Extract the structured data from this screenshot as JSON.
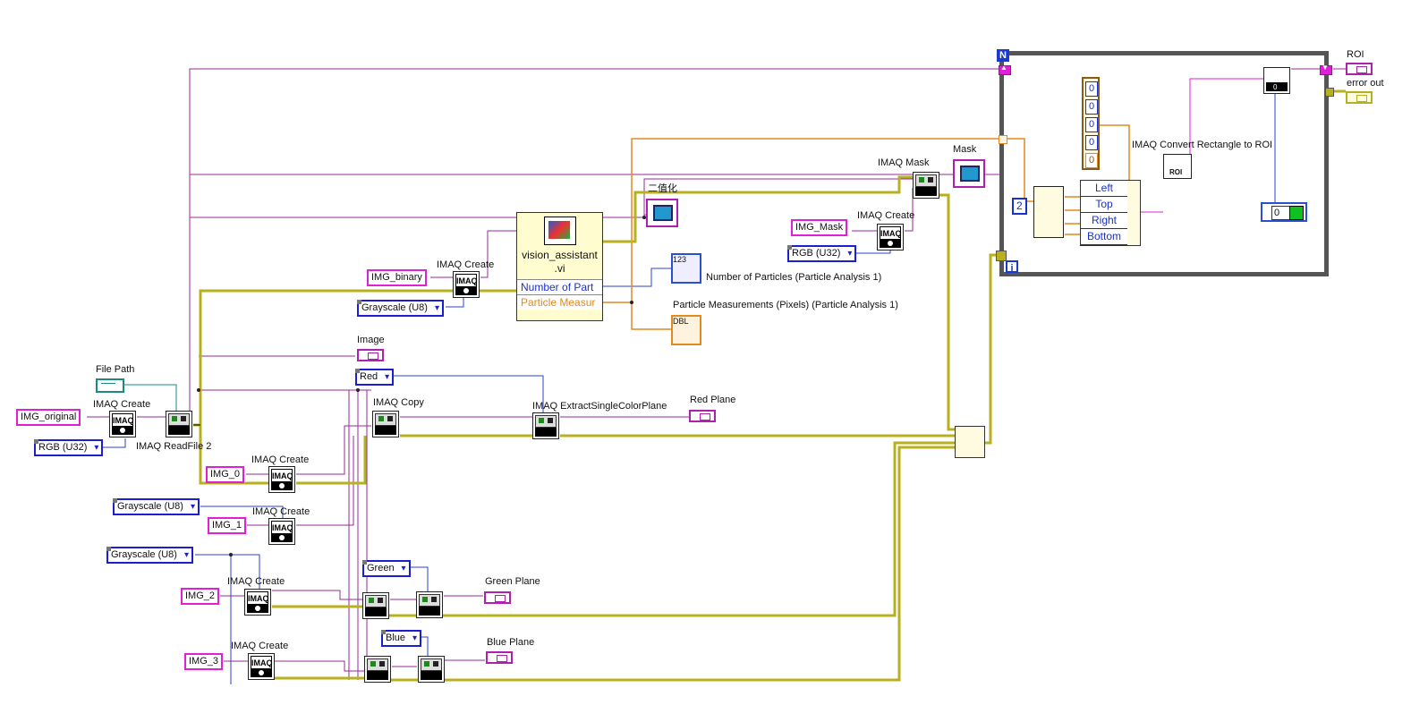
{
  "labels": {
    "file_path": "File Path",
    "imaq_create": "IMAQ Create",
    "imaq_readfile": "IMAQ ReadFile 2",
    "imaq_copy": "IMAQ Copy",
    "imaq_extract": "IMAQ ExtractSingleColorPlane",
    "imaq_mask": "IMAQ Mask",
    "imaq_convert": "IMAQ Convert Rectangle to ROI",
    "image": "Image",
    "red_plane": "Red Plane",
    "green_plane": "Green Plane",
    "blue_plane": "Blue Plane",
    "mask": "Mask",
    "binarize": "二值化",
    "num_particles": "Number of Particles (Particle Analysis 1)",
    "particle_meas": "Particle Measurements (Pixels) (Particle Analysis 1)",
    "roi": "ROI",
    "error_out": "error out"
  },
  "string_constants": {
    "img_original": "IMG_original",
    "img_binary": "IMG_binary",
    "img_mask": "IMG_Mask",
    "img_0": "IMG_0",
    "img_1": "IMG_1",
    "img_2": "IMG_2",
    "img_3": "IMG_3"
  },
  "enums": {
    "rgb_a": "RGB (U32)",
    "rgb_b": "RGB (U32)",
    "gray_a": "Grayscale (U8)",
    "gray_b": "Grayscale (U8)",
    "gray_c": "Grayscale (U8)",
    "red": "Red",
    "green": "Green",
    "blue": "Blue"
  },
  "vision_assistant": {
    "name_line1": "vision_assistant",
    "name_line2": ".vi",
    "term1": "Number of Part",
    "term2": "Particle Measur"
  },
  "unbundle": [
    "Left",
    "Top",
    "Right",
    "Bottom"
  ],
  "array_values": [
    "0",
    "0",
    "0",
    "0",
    "0"
  ],
  "constant_two": "2",
  "loop_count_const": "0",
  "index_value": "0",
  "vi_icon_text": "IMAQ",
  "loop": {
    "n_label": "N",
    "i_label": "i"
  },
  "numdisp_text": "123",
  "numdisp_text2": "DBL",
  "convert_icon_text": "ROI",
  "colors": {
    "image_wire": "#9a2a9a",
    "error_wire": "#b9b020",
    "numeric_wire": "#2a40d0",
    "orange_wire": "#e08a20",
    "string": "#e020d8",
    "loop": "#555555"
  }
}
